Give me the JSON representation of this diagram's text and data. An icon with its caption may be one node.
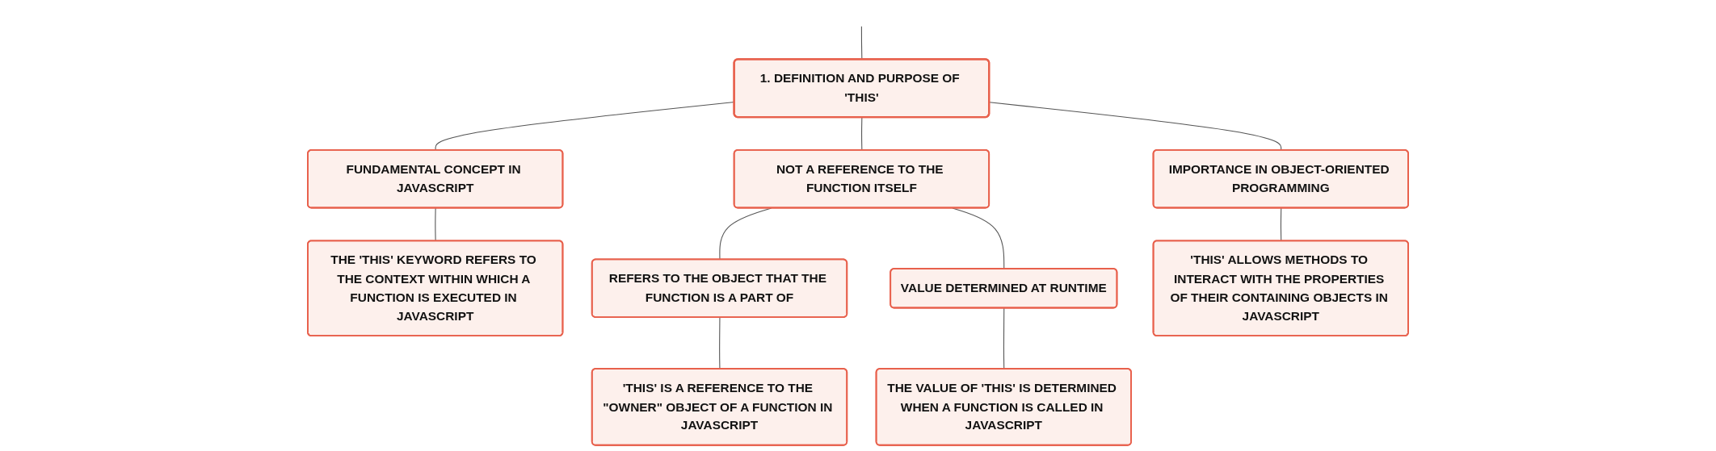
{
  "diagram": {
    "nodes": [
      {
        "text": [
          "1. DEFINITION AND PURPOSE OF 'THIS'"
        ]
      },
      {
        "text": [
          "FUNDAMENTAL CONCEPT IN JAVASCRIPT"
        ]
      },
      {
        "text": [
          "THE 'THIS' KEYWORD REFERS TO THE CONTEXT WITHIN WHICH A FUNCTION IS EXECUTED IN JAVASCRIPT"
        ]
      },
      {
        "text": [
          "NOT A REFERENCE TO THE FUNCTION ITSELF"
        ]
      },
      {
        "text": [
          "REFERS TO THE OBJECT THAT THE FUNCTION IS A PART OF"
        ]
      },
      {
        "text": [
          "'THIS' IS A REFERENCE TO THE \"OWNER\" OBJECT OF A FUNCTION IN JAVASCRIPT"
        ]
      },
      {
        "text": [
          "VALUE DETERMINED AT RUNTIME"
        ]
      },
      {
        "text": [
          "THE VALUE OF 'THIS' IS DETERMINED WHEN A FUNCTION IS CALLED IN JAVASCRIPT"
        ]
      },
      {
        "text": [
          "IMPORTANCE IN OBJECT-ORIENTED PROGRAMMING"
        ]
      },
      {
        "text": [
          "'THIS' ALLOWS METHODS TO INTERACT WITH THE PROPERTIES OF THEIR CONTAINING OBJECTS IN JAVASCRIPT"
        ]
      }
    ],
    "edges": [
      {
        "from": null,
        "to": 0,
        "arrow": "none"
      },
      {
        "from": 0,
        "to": 1,
        "arrow": "none"
      },
      {
        "from": 1,
        "to": 2,
        "arrow": "none"
      },
      {
        "from": 0,
        "to": 3,
        "arrow": "none"
      },
      {
        "from": 3,
        "to": 4,
        "arrow": "none"
      },
      {
        "from": 4,
        "to": 5,
        "arrow": "none"
      },
      {
        "from": 3,
        "to": 6,
        "arrow": "none"
      },
      {
        "from": 6,
        "to": 7,
        "arrow": "none"
      },
      {
        "from": 0,
        "to": 8,
        "arrow": "none"
      },
      {
        "from": 8,
        "to": 9,
        "arrow": "none"
      }
    ]
  }
}
